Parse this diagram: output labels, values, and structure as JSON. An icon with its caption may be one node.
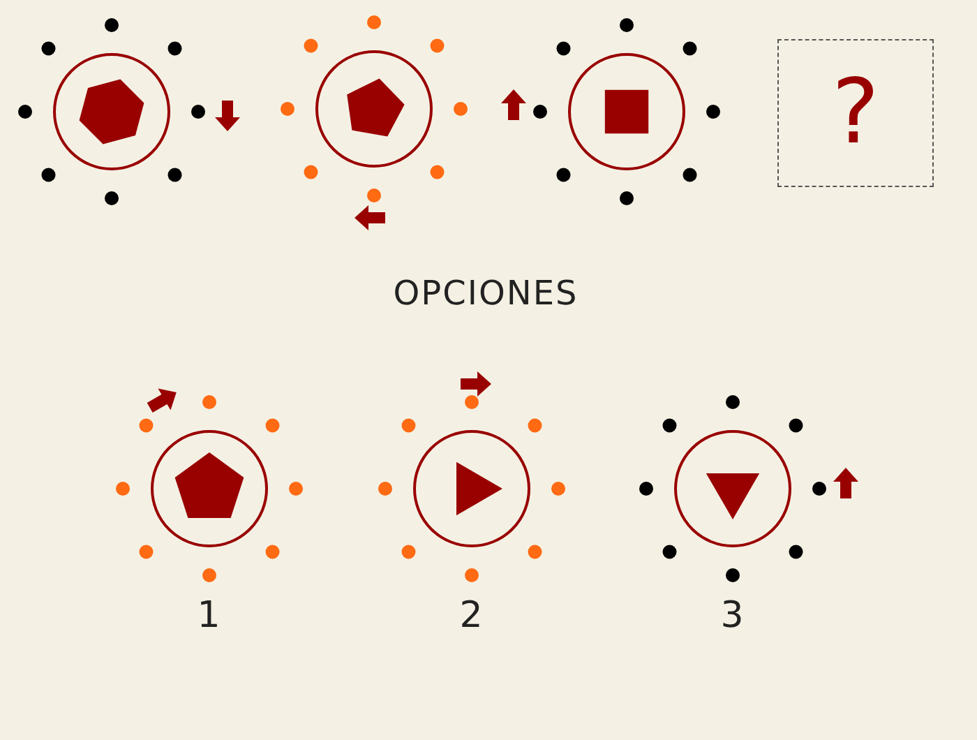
{
  "diagram": {
    "nodes": [
      {
        "text": [
          "?"
        ]
      }
    ],
    "labels": [
      "OPCIONES",
      "1",
      "2",
      "3"
    ]
  }
}
